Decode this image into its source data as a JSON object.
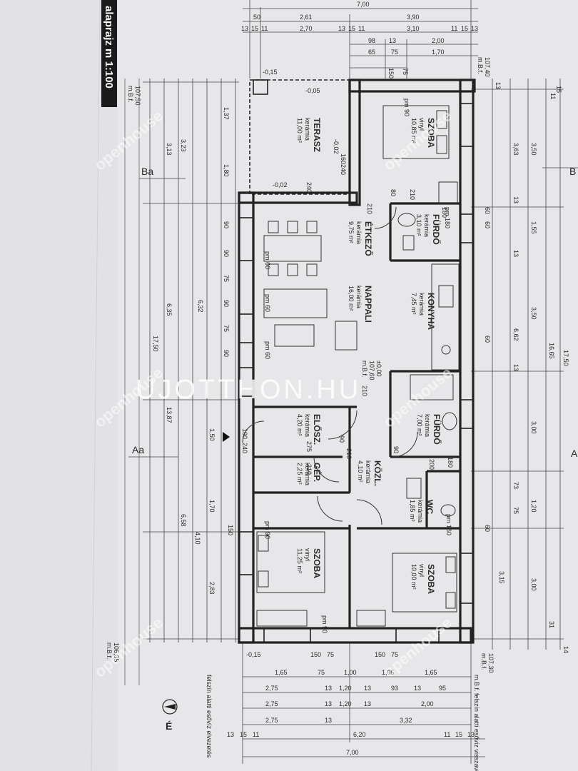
{
  "drawing": {
    "title": "alaprajz m 1:100",
    "levels": {
      "top_right": "107,40",
      "top_right_unit": "m.B.f.",
      "top_left": "107,50",
      "top_left_unit": "m.B.f.",
      "bottom_left": "106,35",
      "bottom_left_unit": "m.B.f.",
      "bottom_right": "107,30",
      "bottom_right_unit": "m.B.f.",
      "entry": "±0,00",
      "entry_level": "107,60",
      "entry_unit": "m.B.f."
    },
    "section_marks": [
      "Ba",
      "B",
      "Aa",
      "A"
    ],
    "north_label": "É",
    "rainwater_left": "felszín alatti esővíz elvezetés",
    "rainwater_right": "m.B.f. felszín alatti esővíz visszavezetés"
  },
  "rooms": [
    {
      "id": "terasz",
      "name": "TERASZ",
      "material": "kerámia",
      "area": "11,00 m²"
    },
    {
      "id": "szoba_top",
      "name": "SZOBA",
      "material": "vinyl",
      "area": "10,85 m²"
    },
    {
      "id": "furdo_top",
      "name": "FÜRDŐ",
      "material": "kerámia",
      "area": "3,10 m²"
    },
    {
      "id": "etkezo",
      "name": "ÉTKEZŐ",
      "material": "kerámia",
      "area": "9,75 m²"
    },
    {
      "id": "nappali",
      "name": "NAPPALI",
      "material": "kerámia",
      "area": "16,00 m²"
    },
    {
      "id": "konyha",
      "name": "KONYHA",
      "material": "kerámia",
      "area": "7,45 m²"
    },
    {
      "id": "furdo_mid",
      "name": "FÜRDŐ",
      "material": "kerámia",
      "area": "7,00 m²"
    },
    {
      "id": "eloszoba",
      "name": "ELŐSZ.",
      "material": "kerámia",
      "area": "4,20 m²"
    },
    {
      "id": "gep",
      "name": "GÉP.",
      "material": "kerámia",
      "area": "2,25 m²"
    },
    {
      "id": "kozl",
      "name": "KÖZL.",
      "material": "kerámia",
      "area": "4,10 m²"
    },
    {
      "id": "wc",
      "name": "WC",
      "material": "kerámia",
      "area": "1,85 m²"
    },
    {
      "id": "szoba_left",
      "name": "SZOBA",
      "material": "vinyl",
      "area": "11,25 m²"
    },
    {
      "id": "szoba_right",
      "name": "SZOBA",
      "material": "vinyl",
      "area": "10,00 m²"
    }
  ],
  "dims": {
    "top1": [
      "50",
      "2,61",
      "3,90"
    ],
    "top_total": "7,00",
    "top2": [
      "13",
      "15",
      "11",
      "2,70",
      "13",
      "15",
      "11",
      "3,10",
      "11",
      "15",
      "13"
    ],
    "top3": [
      "98",
      "13",
      "2,00"
    ],
    "top4": [
      "65",
      "75",
      "1,70"
    ],
    "top5": [
      "150",
      "75"
    ],
    "bottom1": [
      "1,65",
      "75",
      "1,00",
      "1,05",
      "1,65"
    ],
    "bottom2": [
      "2,75",
      "13",
      "1,20",
      "13",
      "93",
      "13",
      "95"
    ],
    "bottom3": [
      "2,75",
      "13",
      "1,20",
      "13",
      "2,00"
    ],
    "bottom4": [
      "2,75",
      "13",
      "3,32"
    ],
    "bottom5": [
      "13",
      "15",
      "11",
      "6,20",
      "11",
      "15",
      "13"
    ],
    "bottom_total": "7,00",
    "left_outer": [
      "17,50"
    ],
    "left_a": [
      "3,23",
      "6,35",
      "13,87",
      "4,10"
    ],
    "left_b": [
      "3,13",
      "6,32",
      "6,58",
      "2,83"
    ],
    "left_c": [
      "1,37",
      "1,80",
      "90",
      "90",
      "75",
      "90",
      "75",
      "90",
      "1,50",
      "1,70"
    ],
    "right_a": [
      "3,50",
      "1,55",
      "3,50",
      "3,00",
      "1,20",
      "3,00"
    ],
    "right_b": [
      "3,63",
      "6,62",
      "16,65",
      "17,50"
    ],
    "right_c": [
      "13",
      "15",
      "11",
      "60",
      "60",
      "13",
      "13",
      "13",
      "73",
      "75",
      "60",
      "3,15",
      "31",
      "14"
    ],
    "misc": [
      "-0,15",
      "-0,05",
      "-0,02",
      "-0,02",
      "240",
      "160",
      "240",
      "210",
      "80",
      "210",
      "180",
      "210",
      "60",
      "90",
      "90",
      "210",
      "275",
      "210",
      "100",
      "240",
      "200",
      "180",
      "150",
      "-0,15",
      "150",
      "75",
      "150",
      "75",
      "pm 90",
      "pm 180",
      "pm 60",
      "pm 60",
      "pm 60",
      "pm 90",
      "pm 90",
      "pm 160"
    ]
  },
  "watermarks": {
    "main": "UJOTTHON.HU",
    "logo": "openhouse"
  }
}
